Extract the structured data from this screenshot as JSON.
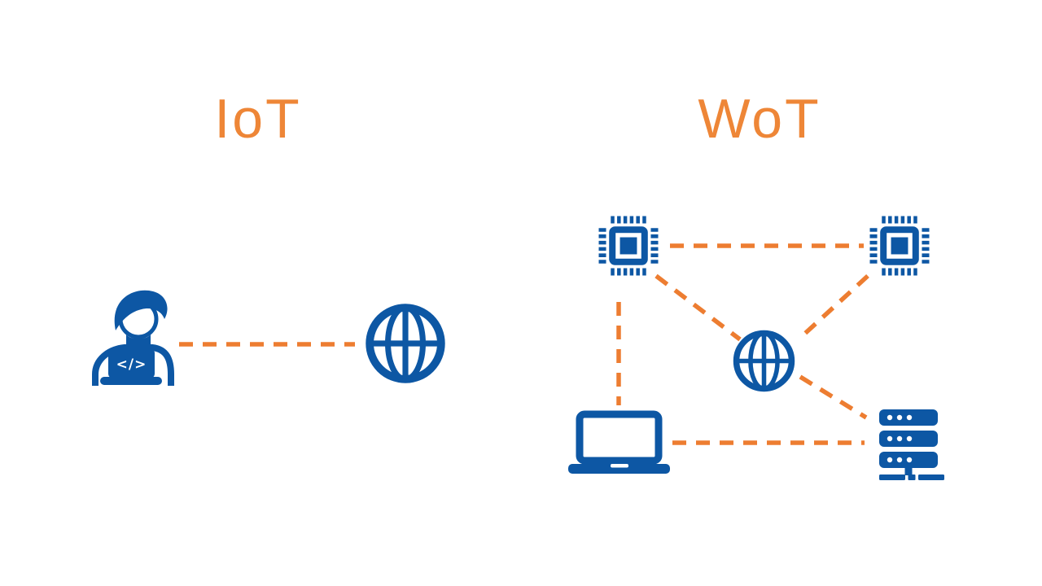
{
  "colors": {
    "background": "#ffffff",
    "icon_blue": "#0d57a4",
    "connection_orange": "#ed7d31",
    "title_orange": "#ee8637"
  },
  "iot": {
    "title": "IoT",
    "developer_code_glyph": "</>",
    "nodes": [
      "developer-with-laptop",
      "internet-globe"
    ],
    "connections": [
      {
        "from": "developer-with-laptop",
        "to": "internet-globe",
        "style": "dashed"
      }
    ]
  },
  "wot": {
    "title": "WoT",
    "nodes": [
      "chip-top-left",
      "chip-top-right",
      "web-globe",
      "laptop",
      "server"
    ],
    "connections": [
      {
        "from": "chip-top-left",
        "to": "chip-top-right",
        "style": "dashed"
      },
      {
        "from": "chip-top-left",
        "to": "web-globe",
        "style": "dashed"
      },
      {
        "from": "chip-top-right",
        "to": "web-globe",
        "style": "dashed"
      },
      {
        "from": "chip-top-left",
        "to": "laptop",
        "style": "dashed"
      },
      {
        "from": "web-globe",
        "to": "server",
        "style": "dashed"
      },
      {
        "from": "laptop",
        "to": "server",
        "style": "dashed"
      }
    ]
  }
}
